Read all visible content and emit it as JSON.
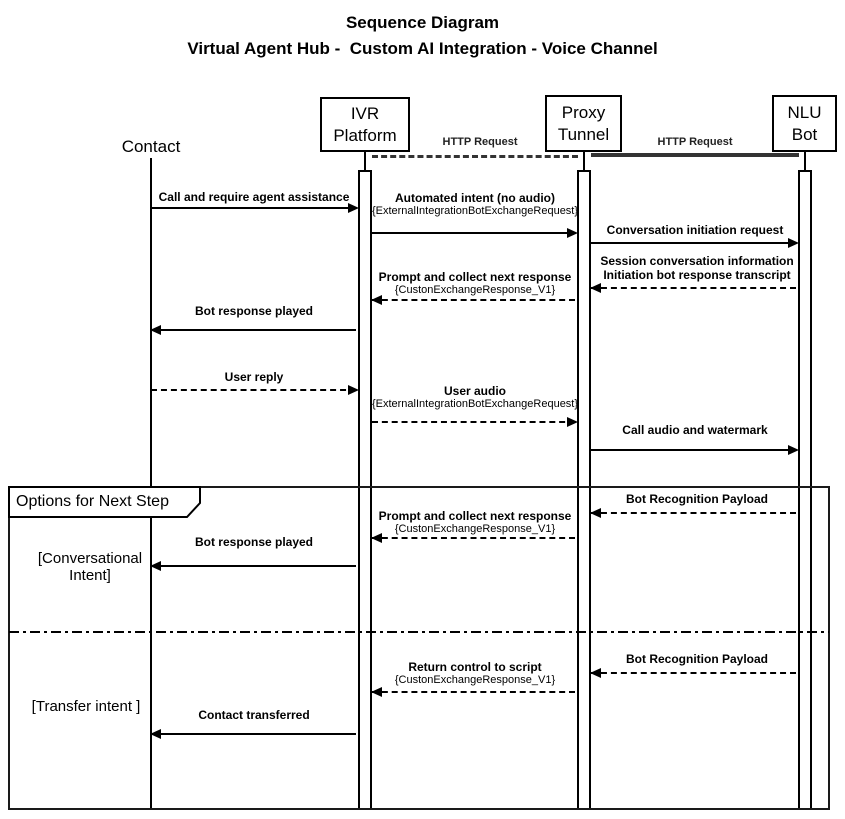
{
  "title": {
    "line1": "Sequence Diagram",
    "line2": "Virtual Agent Hub -  Custom AI Integration - Voice Channel"
  },
  "participants": {
    "contact": {
      "label": "Contact"
    },
    "ivr": {
      "line1": "IVR",
      "line2": "Platform"
    },
    "proxy": {
      "line1": "Proxy",
      "line2": "Tunnel"
    },
    "nlu": {
      "line1": "NLU",
      "line2": "Bot"
    }
  },
  "connectors": {
    "ivr_proxy": {
      "label": "HTTP Request",
      "style": "dashed"
    },
    "proxy_nlu": {
      "label": "HTTP Request",
      "style": "solid"
    }
  },
  "messages": {
    "m1": {
      "from": "Contact",
      "to": "IVR Platform",
      "style": "solid",
      "label": "Call and require agent assistance"
    },
    "m2": {
      "from": "IVR Platform",
      "to": "Proxy Tunnel",
      "style": "solid",
      "label": "Automated intent (no audio)",
      "sublabel": "{ExternalIntegrationBotExchangeRequest}"
    },
    "m3": {
      "from": "Proxy Tunnel",
      "to": "NLU Bot",
      "style": "solid",
      "label": "Conversation initiation request"
    },
    "m4": {
      "from": "NLU Bot",
      "to": "Proxy Tunnel",
      "style": "dashed",
      "label1": "Session conversation information",
      "label2": "Initiation bot response transcript"
    },
    "m5": {
      "from": "Proxy Tunnel",
      "to": "IVR Platform",
      "style": "dashed",
      "label": "Prompt and collect next response",
      "sublabel": "{CustonExchangeResponse_V1}"
    },
    "m6": {
      "from": "IVR Platform",
      "to": "Contact",
      "style": "solid",
      "label": "Bot response played"
    },
    "m7": {
      "from": "Contact",
      "to": "IVR Platform",
      "style": "dashed",
      "label": "User reply"
    },
    "m8": {
      "from": "IVR Platform",
      "to": "Proxy Tunnel",
      "style": "dashed",
      "label": "User audio",
      "sublabel": "{ExternalIntegrationBotExchangeRequest}"
    },
    "m9": {
      "from": "Proxy Tunnel",
      "to": "NLU Bot",
      "style": "solid",
      "label": "Call audio and watermark"
    },
    "m10": {
      "from": "NLU Bot",
      "to": "Proxy Tunnel",
      "style": "dashed",
      "label": "Bot Recognition Payload"
    },
    "m11": {
      "from": "Proxy Tunnel",
      "to": "IVR Platform",
      "style": "dashed",
      "label": "Prompt and collect next response",
      "sublabel": "{CustonExchangeResponse_V1}"
    },
    "m12": {
      "from": "IVR Platform",
      "to": "Contact",
      "style": "solid",
      "label": "Bot response played"
    },
    "m13": {
      "from": "NLU Bot",
      "to": "Proxy Tunnel",
      "style": "dashed",
      "label": "Bot Recognition Payload"
    },
    "m14": {
      "from": "Proxy Tunnel",
      "to": "IVR Platform",
      "style": "dashed",
      "label": "Return control to script",
      "sublabel": "{CustonExchangeResponse_V1}"
    },
    "m15": {
      "from": "IVR Platform",
      "to": "Contact",
      "style": "solid",
      "label": "Contact transferred"
    }
  },
  "frame": {
    "label": "Options for Next Step",
    "guard1_line1": "[Conversational",
    "guard1_line2": "Intent]",
    "guard2": "[Transfer intent ]"
  },
  "colors": {
    "ink": "#000000",
    "background": "#ffffff"
  }
}
